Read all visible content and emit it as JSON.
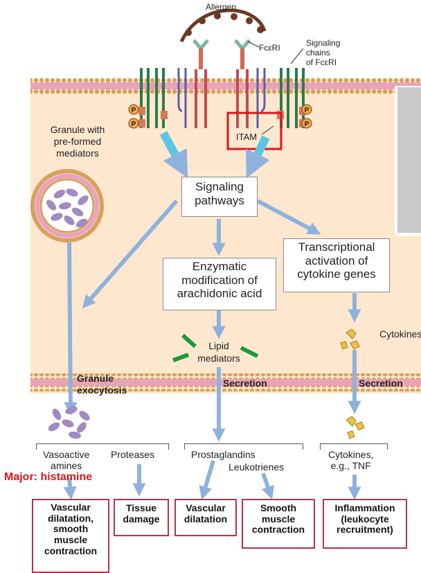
{
  "labels": {
    "allergen": "Allergen",
    "fceri": "FcεRI",
    "signaling_chains": [
      "Signaling",
      "chains",
      "of FcεRI"
    ],
    "phospho": "P",
    "itam": "ITAM",
    "granule": [
      "Granule with",
      "pre-formed",
      "mediators"
    ],
    "signaling_pathways": [
      "Signaling",
      "pathways"
    ],
    "enzymatic": [
      "Enzymatic",
      "modification of",
      "arachidonic acid"
    ],
    "transcriptional": [
      "Transcriptional",
      "activation of",
      "cytokine genes"
    ],
    "lipid_mediators": [
      "Lipid",
      "mediators"
    ],
    "cytokines": "Cytokines",
    "granule_exocytosis": [
      "Granule",
      "exocytosis"
    ],
    "secretion": "Secretion",
    "vasoactive_amines": [
      "Vasoactive",
      "amines"
    ],
    "proteases": "Proteases",
    "prostaglandins": "Prostaglandins",
    "leukotrienes": "Leukotrienes",
    "cytokines_tnf": [
      "Cytokines,",
      "e.g., TNF"
    ],
    "major_histamine": "Major: histamine"
  },
  "outcomes": {
    "vascular_smooth": [
      "Vascular",
      "dilatation,",
      "smooth",
      "muscle",
      "contraction"
    ],
    "tissue_damage": [
      "Tissue",
      "damage"
    ],
    "vascular_dilatation": [
      "Vascular",
      "dilatation"
    ],
    "smooth_muscle": [
      "Smooth",
      "muscle",
      "contraction"
    ],
    "inflammation": [
      "Inflammation",
      "(leukocyte",
      "recruitment)"
    ]
  },
  "colors": {
    "cytoplasm": "#fde8cf",
    "membrane_pink": "#e9a3b8",
    "membrane_beads": "#d9a15a",
    "arrow_blue": "#8fb2dc",
    "arrow_cyan": "#5bc6e3",
    "highlight_red": "#e0141b",
    "outcome_border": "#b8324a",
    "granule_purple": "#a08bc1"
  }
}
